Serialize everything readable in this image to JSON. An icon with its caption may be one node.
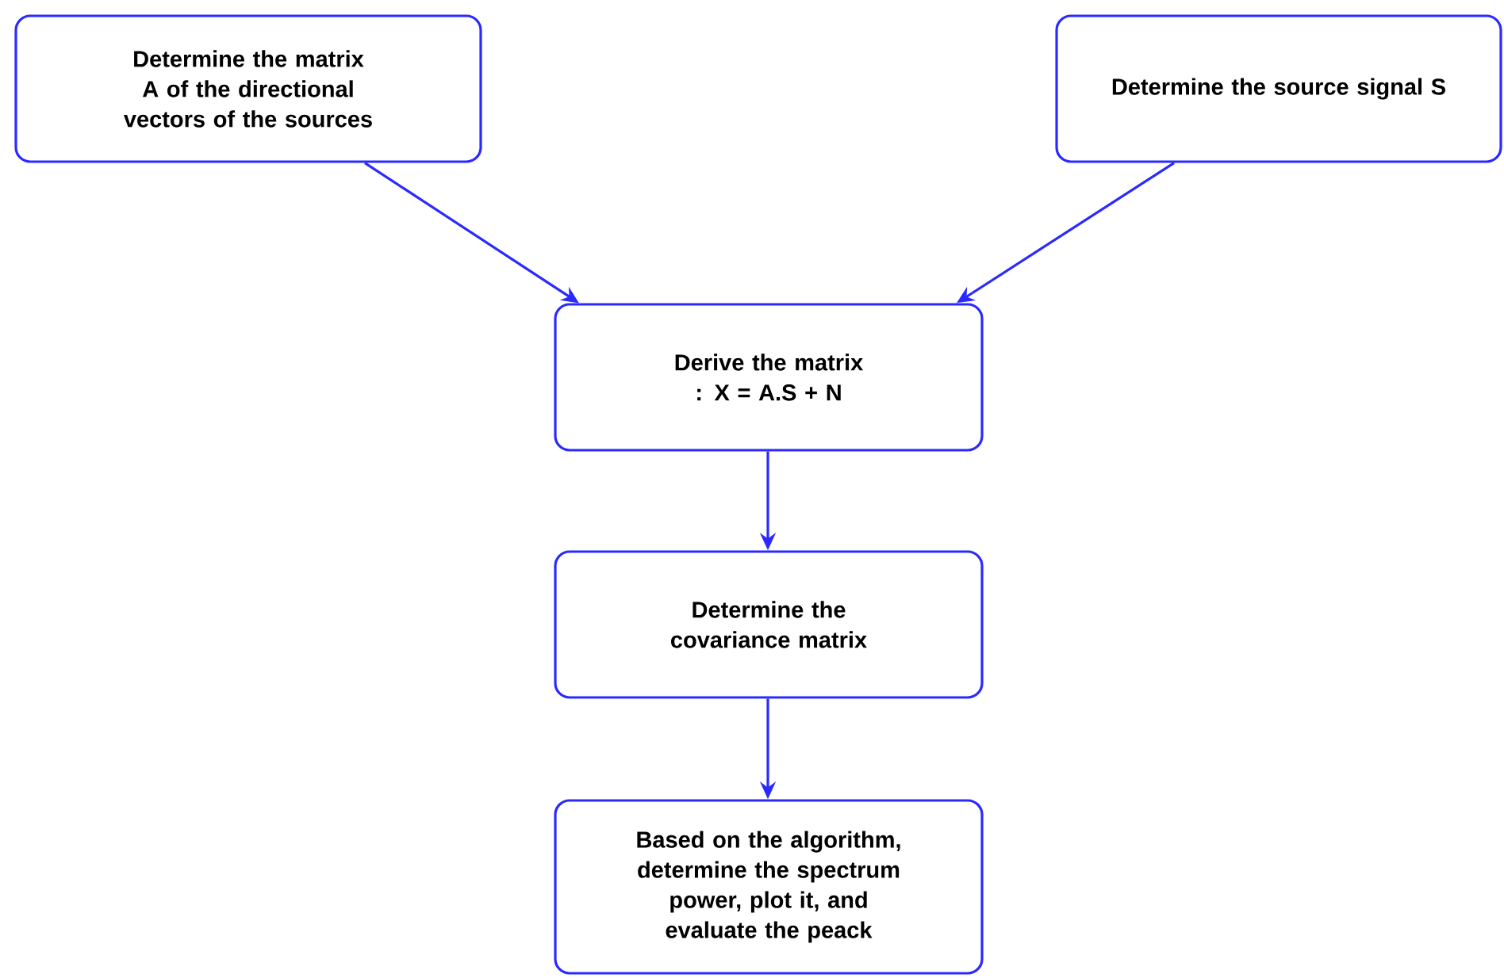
{
  "diagram": {
    "nodes": [
      {
        "text": [
          "Determine the matrix A of the directional vectors of the sources"
        ]
      },
      {
        "text": [
          "Determine the source signal S"
        ]
      },
      {
        "text": [
          "Derive the matrix : X = A.S + N"
        ]
      },
      {
        "text": [
          "Determine the covariance matrix"
        ]
      },
      {
        "text": [
          "Based on the algorithm, determine the spectrum power, plot it, and evaluate the peack"
        ]
      }
    ],
    "edges": [
      {
        "from": 0,
        "to": 2,
        "arrow": "to"
      },
      {
        "from": 1,
        "to": 2,
        "arrow": "to"
      },
      {
        "from": 2,
        "to": 3,
        "arrow": "to"
      },
      {
        "from": 3,
        "to": 4,
        "arrow": "to"
      }
    ]
  }
}
